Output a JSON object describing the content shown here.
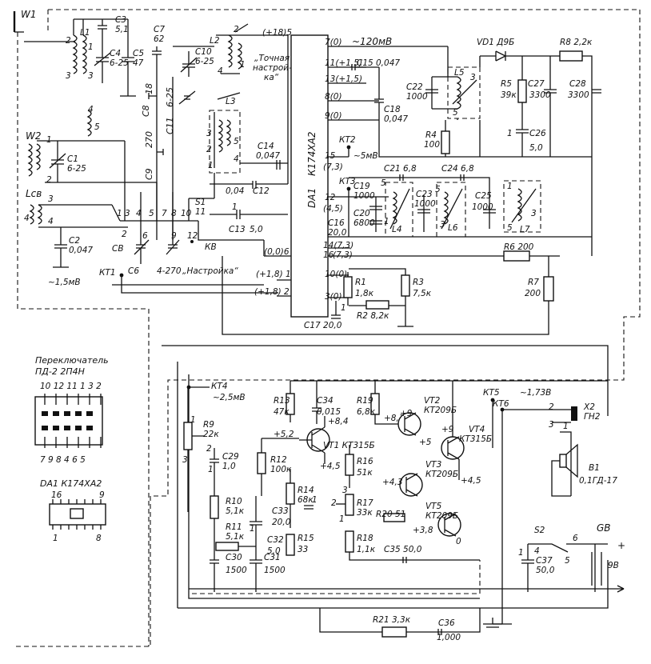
{
  "labels": {
    "w1": "W1",
    "w2": "W2",
    "lcb": "Lсв",
    "c3": "C3",
    "c3v": "5,1",
    "l1": "L1",
    "c4": "C4",
    "c4v": "6-25",
    "c5": "C5",
    "c5v": "47",
    "c7": "C7",
    "c7v": "62",
    "l2": "L2",
    "c10": "C10",
    "c10v": "6-25",
    "tuning_fine_1": "„Точная",
    "tuning_fine_2": "настрой-",
    "tuning_fine_3": "ка“",
    "c8": "C8",
    "c8v": "18",
    "c11": "C11",
    "c11v": "6-25",
    "c9": "C9",
    "c9v": "270",
    "l3": "L3",
    "c14": "C14",
    "c14v": "0,047",
    "c12v": "0,04",
    "c12": "C12",
    "c13": "C13",
    "c13v": "5,0",
    "s1": "S1",
    "s1v": "11",
    "kv": "КВ",
    "c1": "C1",
    "c1v": "6-25",
    "c2": "C2",
    "c2v": "0,047",
    "cb": "СВ",
    "c6": "C6",
    "c6v": "4-270",
    "tuning": "„Настройка“",
    "level1": "~1,5мВ",
    "kt1": "КТ1",
    "da1": "DA1",
    "da1_type": "К174ХА2",
    "p5": "(+18)5",
    "p7": "7(0)",
    "p7v": "~120мВ",
    "p11": "11(+1,5)",
    "p13": "13(+1,5)",
    "p8": "8(0)",
    "p9": "9(0)",
    "p15": "15",
    "p15v": "(7,3)",
    "p12": "12",
    "p12v": "(4,5)",
    "p14": "14(7,3)",
    "p16": "16",
    "p16v": "(7,3)",
    "p6": "(0,0)6",
    "p1": "(+1,8) 1",
    "p2": "(+1,8)  2",
    "p10": "10(0)",
    "p3": "3(0)",
    "c15": "C15",
    "c15v": "0,047",
    "c18": "C18",
    "c18v": "0,047",
    "kt2": "КТ2",
    "kt2v": "~5мВ",
    "kt3": "КТ3",
    "c22": "C22",
    "c22v": "1000",
    "l5": "L5",
    "r4": "R4",
    "r4v": "100",
    "vd1": "VD1 Д9Б",
    "r8": "R8 2,2к",
    "r5": "R5",
    "r5v": "39к",
    "c27": "C27",
    "c27v": "3300",
    "c28": "C28",
    "c28v": "3300",
    "c26": "C26",
    "c26v": "5,0",
    "c21": "C21 6,8",
    "c24": "C24 6,8",
    "c19": "C19",
    "c19v": "1000",
    "c20": "C20",
    "c20v": "6800",
    "c23": "C23",
    "c23v": "1000",
    "c25": "C25",
    "c25v": "1000",
    "c16": "C16",
    "c16v": "20,0",
    "l4": "L4",
    "l6": "L6",
    "l7": "L7",
    "r6": "R6 200",
    "r7": "R7",
    "r7v": "200",
    "r1": "R1",
    "r1v": "1,8к",
    "r3": "R3",
    "r3v": "7,5к",
    "r2": "R2 8,2к",
    "c17": "C17 20,0",
    "switch_title_1": "Переключатель",
    "switch_title_2": "ПД-2  2П4Н",
    "switch_top": "10 12 11 1 3 2",
    "switch_bottom": "7 9 8 4 6 5",
    "da1_pkg": "DA1 К174ХА2",
    "pin16": "16",
    "pin9": "9",
    "pin1": "1",
    "pin8": "8",
    "kt4": "КТ4",
    "kt4v": "~2,5мВ",
    "r9": "R9",
    "r9v": "22к",
    "c29": "C29",
    "c29v": "1,0",
    "r10": "R10",
    "r10v": "5,1к",
    "r11": "R11",
    "r11v": "5,1к",
    "c30": "C30",
    "c30v": "1500",
    "c31": "C31",
    "c31v": "1500",
    "r12": "R12",
    "r12v": "100к",
    "r13": "R13",
    "r13v": "47к",
    "c34": "C34",
    "c34v": "0,015",
    "r19": "R19",
    "r19v": "6,8к",
    "c33": "C33",
    "c33v": "20,0",
    "c32": "C32",
    "c32v": "5,0",
    "r14": "R14",
    "r14v": "68к",
    "r15": "R15",
    "r15v": "33",
    "vt1": "VT1 КТ315Б",
    "vt2": "VT2",
    "vt2v": "КТ209Б",
    "vt3": "VT3",
    "vt3v": "КТ209Б",
    "vt4": "VT4",
    "vt4v": "КТ315Б",
    "vt5": "VT5",
    "vt5v": "КТ209Б",
    "r16": "R16",
    "r16v": "51к",
    "r17": "R17",
    "r17v": "33к",
    "r20": "R20 51",
    "r18": "R18",
    "r18v": "1,1к",
    "c35": "C35 50,0",
    "r21": "R21 3,3к",
    "c36": "C36",
    "c36v": "1,000",
    "v84": "+8,4",
    "v83": "+8,3",
    "v9a": "+9",
    "v9b": "+9",
    "v52": "+5,2",
    "v5": "+5",
    "v45a": "+4,5",
    "v43": "+4,3",
    "v45b": "+4,5",
    "v38": "+3,8",
    "v0": "0",
    "kt5": "КТ5",
    "kt6": "КТ6",
    "level2": "~1,73В",
    "x2": "X2",
    "x2v": "ГН2",
    "b1": "B1",
    "b1v": "0,1ГД-17",
    "s2": "S2",
    "gb": "GB",
    "gbv": "9В",
    "c37": "C37",
    "c37v": "50,0",
    "n1": "1",
    "n2": "2",
    "n3": "3",
    "n4": "4",
    "n5": "5",
    "n6": "6",
    "n7": "7",
    "n8": "8",
    "n9": "9",
    "n10": "10",
    "n12": "12"
  }
}
